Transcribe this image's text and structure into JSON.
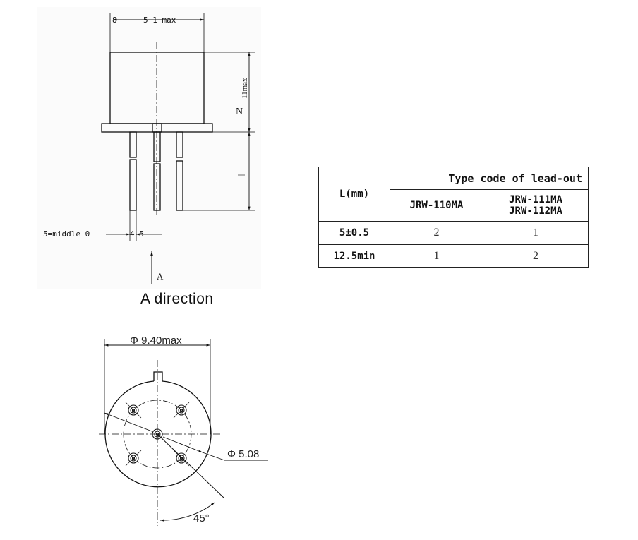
{
  "side_view": {
    "dim_width": "5 1 max",
    "dim_width_prefix": "8",
    "dim_height": "11max",
    "dim_height_label": "N",
    "pin_note": "5=middle 0",
    "pin_spacing": "4 5",
    "view_arrow_label": "A"
  },
  "view_caption": "A direction",
  "bottom_view": {
    "diameter_label": "Φ 9.40max",
    "pitch_circle_label": "Φ 5.08",
    "angle_label": "45°"
  },
  "table": {
    "row_header": "L(mm)",
    "group_header": "Type code of lead-out",
    "columns": [
      "JRW-110MA",
      "JRW-111MA\nJRW-112MA"
    ],
    "col2_line1": "JRW-111MA",
    "col2_line2": "JRW-112MA",
    "rows": [
      {
        "L": "5±0.5",
        "values": [
          "2",
          "1"
        ]
      },
      {
        "L": "12.5min",
        "values": [
          "1",
          "2"
        ]
      }
    ]
  }
}
